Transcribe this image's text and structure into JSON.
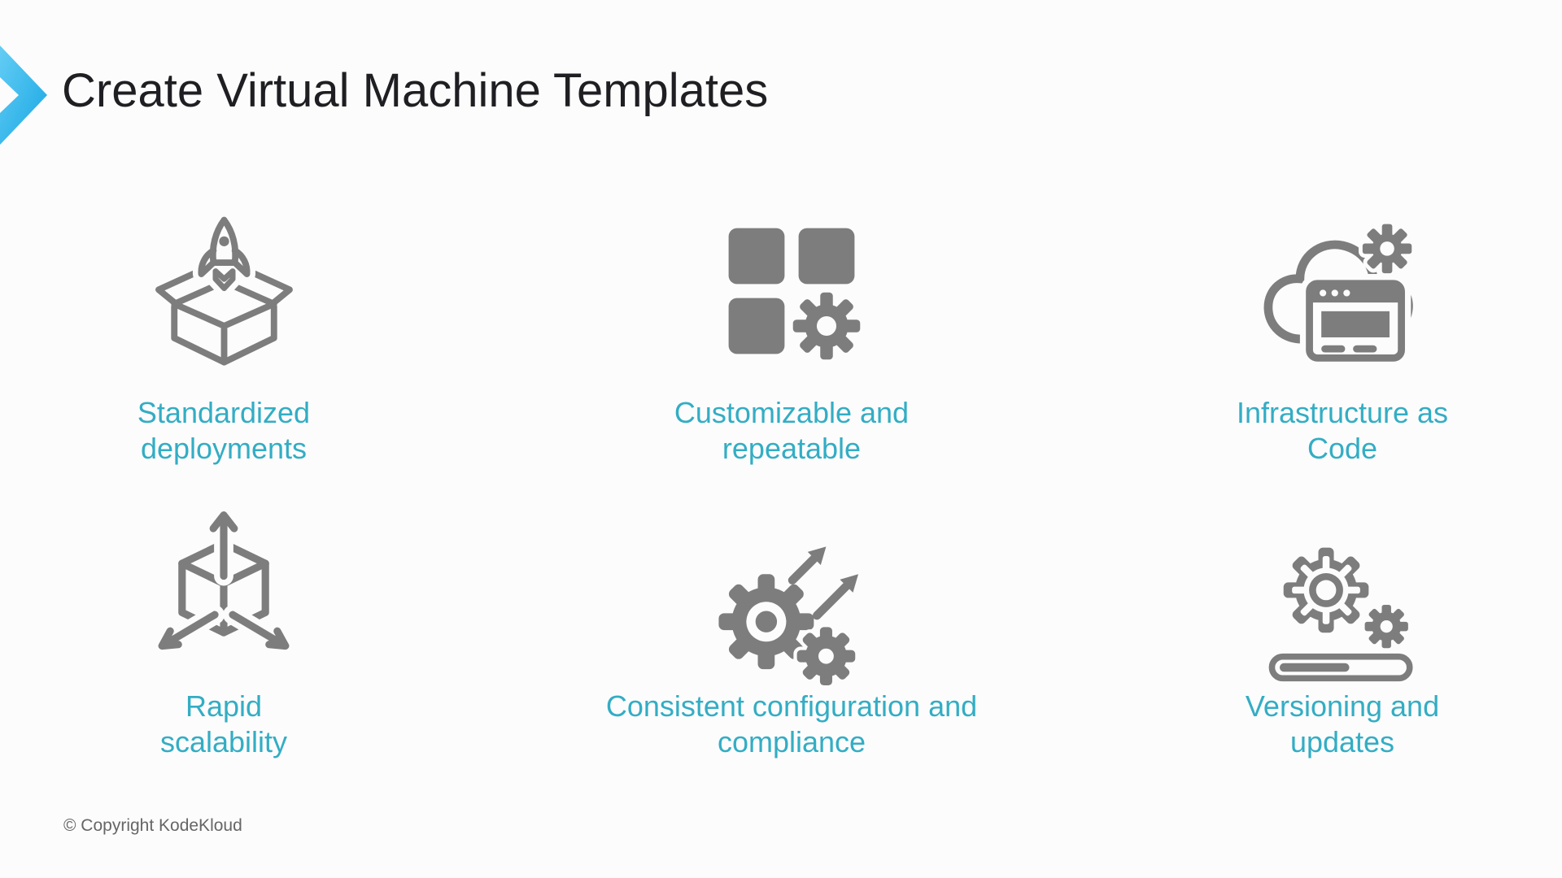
{
  "slide": {
    "title": "Create Virtual Machine Templates",
    "footer": "© Copyright KodeKloud",
    "colors": {
      "background": "#fcfcfc",
      "title": "#1f1f23",
      "accent_teal": "#33adc4",
      "icon_gray": "#7d7d7d",
      "chevron_gradient": [
        "#64cdf5",
        "#18a7e3"
      ]
    },
    "items": [
      {
        "label": "Standardized\ndeployments",
        "icon": "box-rocket-launch-icon"
      },
      {
        "label": "Customizable and\nrepeatable",
        "icon": "modules-with-gear-icon"
      },
      {
        "label": "Infrastructure as\nCode",
        "icon": "cloud-gear-browser-icon"
      },
      {
        "label": "Rapid\nscalability",
        "icon": "cube-expand-arrows-icon"
      },
      {
        "label": "Consistent configuration and\ncompliance",
        "icon": "gears-with-arrows-icon"
      },
      {
        "label": "Versioning and\nupdates",
        "icon": "gears-progress-bar-icon"
      }
    ]
  }
}
